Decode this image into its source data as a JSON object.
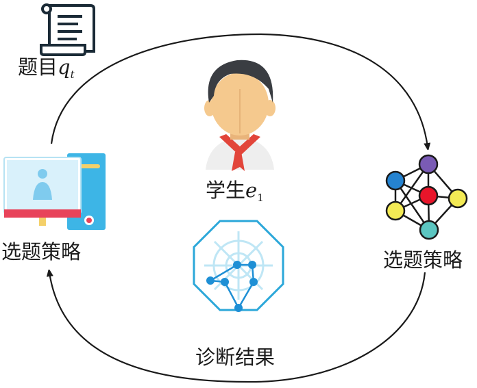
{
  "question": {
    "text": "题目",
    "var": "q",
    "sub": "t"
  },
  "student": {
    "text": "学生",
    "var": "e",
    "sub": "1"
  },
  "left_strategy": {
    "text": "选题策略"
  },
  "right_strategy": {
    "text": "选题策略"
  },
  "diagnosis": {
    "text": "诊断结果"
  },
  "colors": {
    "arrow": "#1a1a1a",
    "hair": "#3a3d42",
    "skin": "#f5c98e",
    "scarf": "#e2453a",
    "shirt": "#eeeeee",
    "monitor": "#a8dcf0",
    "monitor_bar": "#e8435a",
    "tower": "#3db5e6",
    "octagon": "#2ba7d9",
    "radar_node": "#1e8fd5",
    "graph_nodes": [
      "#7a5bb5",
      "#2583d0",
      "#e8152a",
      "#f3ea55",
      "#f3ea55",
      "#5cc6c1"
    ]
  }
}
